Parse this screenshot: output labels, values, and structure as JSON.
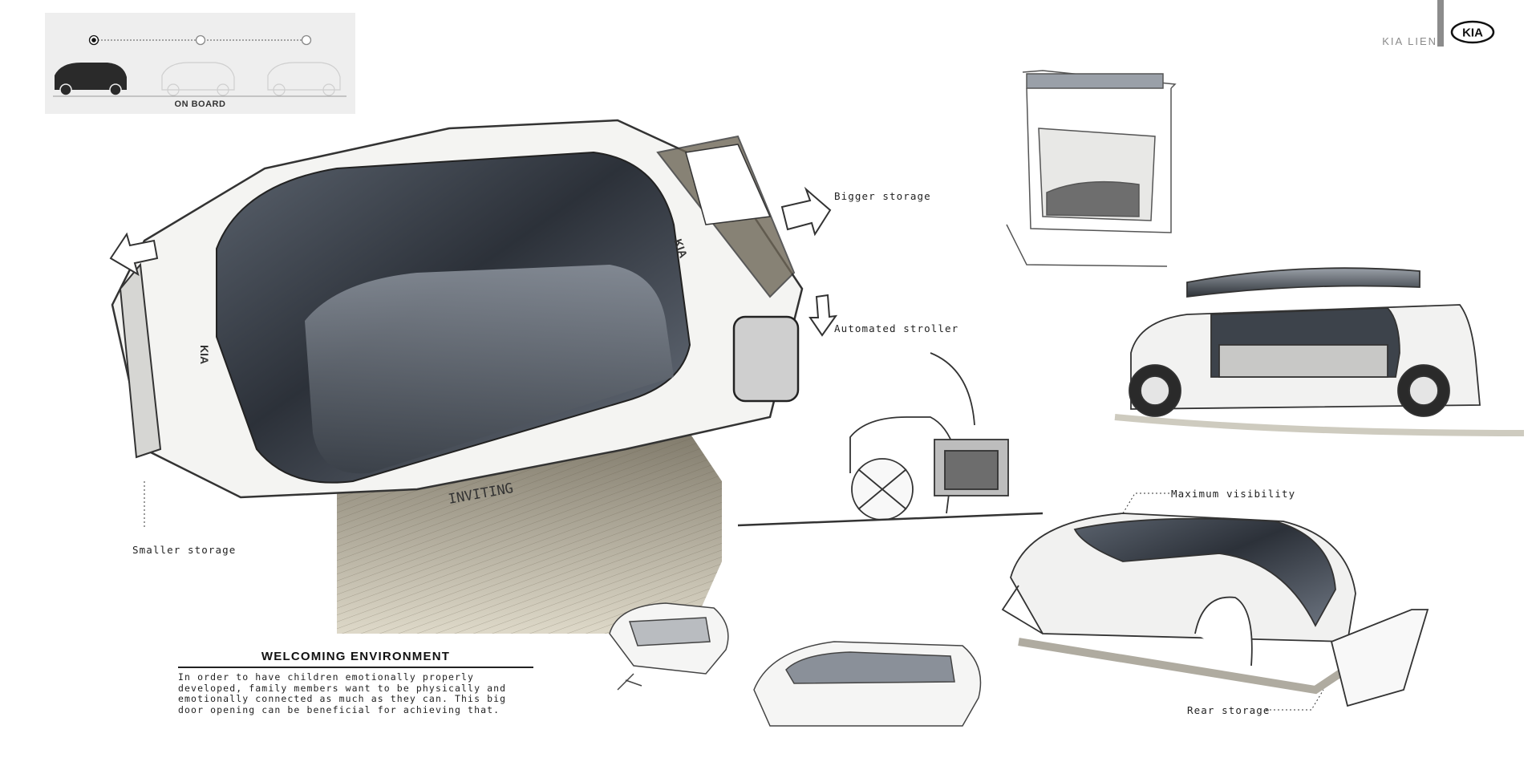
{
  "header": {
    "brand_name": "KIA LIEN",
    "logo_text": "KIA"
  },
  "progress": {
    "steps": 3,
    "active_step": 1,
    "label": "ON BOARD"
  },
  "annotations": {
    "bigger_storage": "Bigger storage",
    "automated_stroller": "Automated stroller",
    "smaller_storage": "Smaller storage",
    "maximum_visibility": "Maximum visibility",
    "rear_storage": "Rear storage",
    "inviting": "INVITING"
  },
  "section": {
    "title": "WELCOMING ENVIRONMENT",
    "body": "In order to have children emotionally properly developed, family members want to be physically and emotionally connected as much as they can. This big door opening can be beneficial for achieving that."
  },
  "colors": {
    "panel_bg": "#eeeeee",
    "glass_dark": "#3a3f47",
    "floor_tone": "#8a806a",
    "brand_gray": "#8c8c8c"
  }
}
